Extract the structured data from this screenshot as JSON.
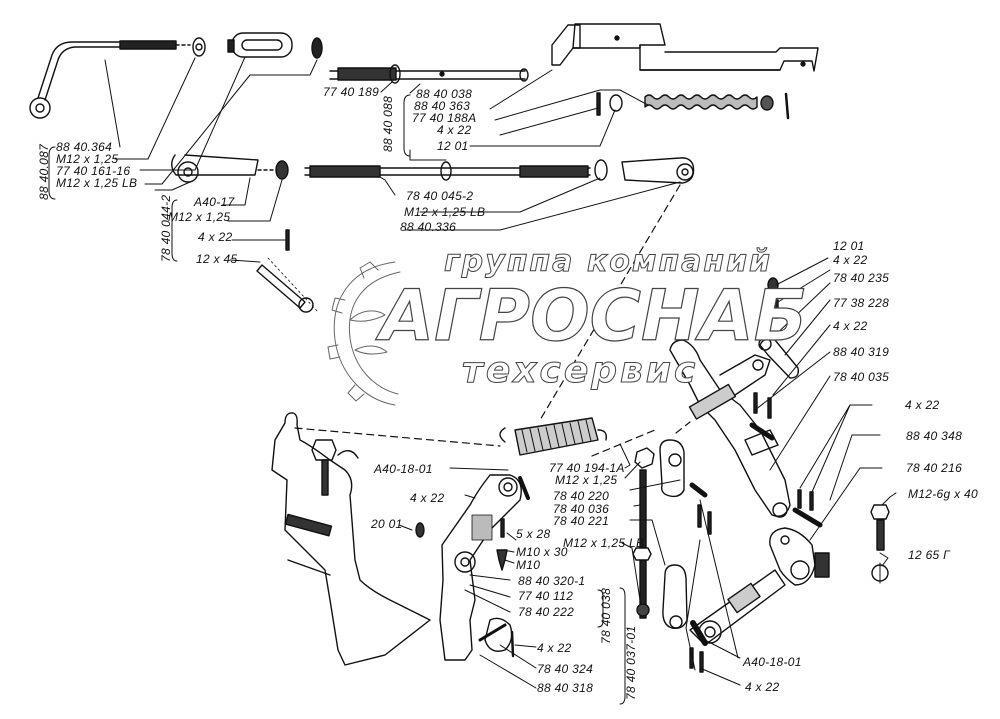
{
  "watermark": {
    "line1": "группа компаний",
    "line2": "АГРОСНАБ",
    "line3": "техсервис"
  },
  "labels": {
    "top_left_group": {
      "assembly": "88 40.087",
      "items": [
        "88 40.364",
        "M12 x 1,25",
        "77 40 161-16",
        "M12 x 1,25 LB"
      ]
    },
    "clevis_group": {
      "assembly": "78 40 044-2",
      "items": [
        "A40-17",
        "M12 x 1,25",
        "4 x 22",
        "12 x 45"
      ]
    },
    "rod_group": {
      "rod_end": "77 40 189",
      "assembly": "88 40 088",
      "items": [
        "88 40 038",
        "88 40 363",
        "77 40 188A",
        "4 x 22",
        "12 01"
      ],
      "rod": "78 40 045-2",
      "nut": "M12 x 1,25 LB",
      "fork": "88 40.336"
    },
    "right_upper": [
      "12 01",
      "4 x 22",
      "78 40 235",
      "77 38 228",
      "4 x 22",
      "88 40 319",
      "78 40 035"
    ],
    "right_lower": [
      "4 x 22",
      "88 40 348",
      "78 40 216",
      "M12-6g x 40",
      "12 65 Г"
    ],
    "center": {
      "spring": "77 40 194-1A",
      "nut": "M12 x 1,25",
      "items": [
        "78 40 220",
        "78 40 036",
        "78 40 221"
      ],
      "nut_lb": "M12 x 1,25 LB"
    },
    "pedal_left": {
      "cotter_a": "A40-18-01",
      "pin": "4 x 22",
      "washer": "20 01",
      "pin_5": "5 x 28",
      "bolt": "M10 x 30",
      "nut": "M10",
      "items": [
        "88 40 320-1",
        "77 40 112",
        "78 40 222"
      ],
      "assembly_inner": "78 40 038",
      "lower": [
        "4 x 22",
        "78 40 324",
        "88 40 318"
      ],
      "assembly_outer": "78 40 037-01"
    },
    "bottom_right": [
      "A40-18-01",
      "4 x 22"
    ]
  }
}
